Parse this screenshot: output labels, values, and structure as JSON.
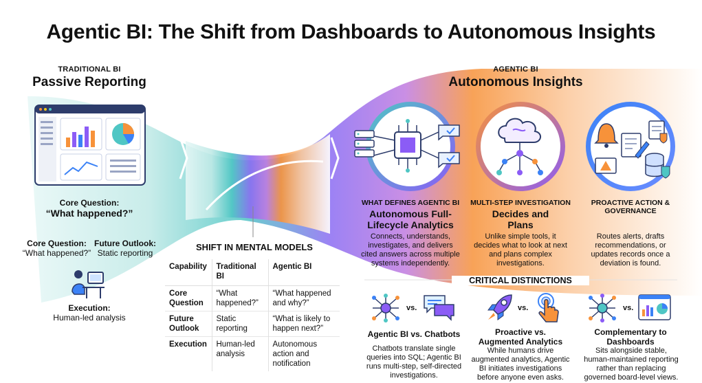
{
  "title": "Agentic BI: The Shift from Dashboards to Autonomous Insights",
  "left": {
    "eyebrow": "TRADITIONAL BI",
    "heading": "Passive Reporting",
    "core_label": "Core Question:",
    "core_value": "“What happened?”",
    "sub1_label": "Core Question:",
    "sub1_value": "“What happened?”",
    "sub2_label": "Future Outlook:",
    "sub2_value": "Static reporting",
    "exec_label": "Execution:",
    "exec_value": "Human-led analysis"
  },
  "right": {
    "eyebrow": "AGENTIC BI",
    "heading": "Autonomous Insights"
  },
  "mental_models": {
    "title": "SHIFT IN MENTAL MODELS",
    "headers": [
      "Capability",
      "Traditional BI",
      "Agentic BI"
    ],
    "rows": [
      [
        "Core Question",
        "“What happened?”",
        "“What happened and why?”"
      ],
      [
        "Future Outlook",
        "Static reporting",
        "“What is likely to happen next?”"
      ],
      [
        "Execution",
        "Human-led analysis",
        "Autonomous action and notification"
      ]
    ]
  },
  "features": [
    {
      "eyebrow": "WHAT DEFINES AGENTIC BI",
      "heading": "Autonomous Full-Lifecycle Analytics",
      "desc": "Connects, understands, investigates, and delivers cited answers across multiple systems independently."
    },
    {
      "eyebrow": "MULTI-STEP INVESTIGATION",
      "heading": "Decides and Plans",
      "desc": "Unlike simple tools, it decides what to look at next and plans complex investigations."
    },
    {
      "eyebrow": "PROACTIVE ACTION & GOVERNANCE",
      "heading": "",
      "desc": "Routes alerts, drafts recommendations, or updates records once a deviation is found."
    }
  ],
  "distinctions": {
    "title": "CRITICAL DISTINCTIONS",
    "vs": "vs.",
    "items": [
      {
        "heading": "Agentic BI vs. Chatbots",
        "desc": "Chatbots translate single queries into SQL; Agentic BI runs multi-step, self-directed investigations."
      },
      {
        "heading": "Proactive vs. Augmented Analytics",
        "desc": "While humans drive augmented analytics, Agentic BI initiates investigations before anyone even asks."
      },
      {
        "heading": "Complementary to Dashboards",
        "desc": "Sits alongside stable, human-maintained reporting rather than replacing governed board-level views."
      }
    ]
  },
  "colors": {
    "teal": "#4fc6c4",
    "purple": "#8b5cf6",
    "orange": "#f7923a",
    "navy": "#2d3c6b",
    "blue": "#3b82f6"
  },
  "icons": [
    "dashboard-icon",
    "person-at-computer-icon",
    "chip-icon",
    "brain-cloud-icon",
    "bell-icon",
    "document-icon",
    "database-icon",
    "neural-network-icon",
    "chat-bubbles-icon",
    "rocket-icon",
    "cursor-hand-icon",
    "dashboard-small-icon"
  ]
}
